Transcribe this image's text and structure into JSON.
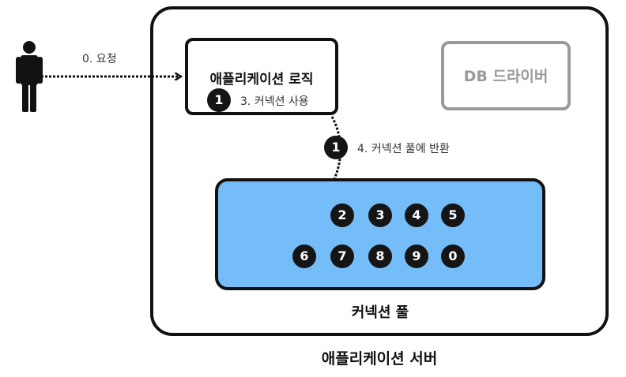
{
  "server": {
    "label": "애플리케이션 서버"
  },
  "logic": {
    "title": "애플리케이션 로직",
    "step_label": "3. 커넥션 사용",
    "connection_number": "1"
  },
  "db_driver": {
    "label": "DB 드라이버"
  },
  "request": {
    "label": "0. 요청"
  },
  "return_step": {
    "label": "4. 커넥션 풀에 반환",
    "connection_number": "1"
  },
  "pool": {
    "label": "커넥션 풀",
    "row1": [
      "2",
      "3",
      "4",
      "5"
    ],
    "row2": [
      "6",
      "7",
      "8",
      "9",
      "0"
    ]
  },
  "colors": {
    "pool_fill": "#74bdf8",
    "driver_gray": "#9a9a9a",
    "stroke": "#111111"
  },
  "icons": {
    "user": "person-icon"
  }
}
